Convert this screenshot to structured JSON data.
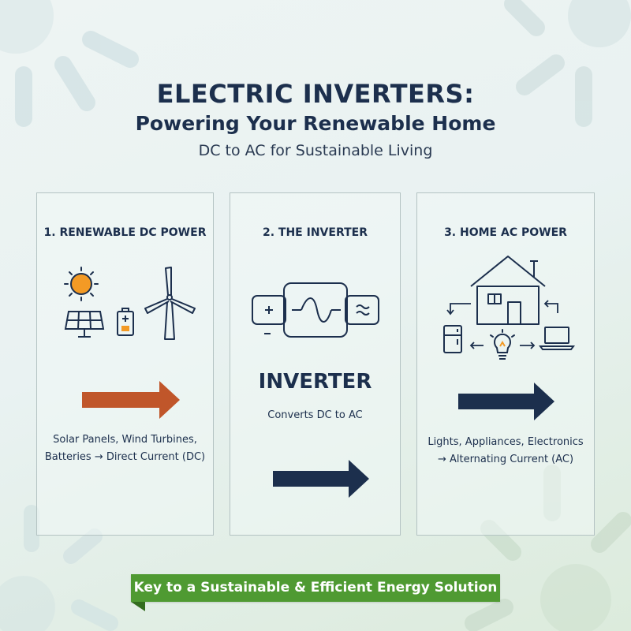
{
  "header": {
    "title": "ELECTRIC INVERTERS:",
    "subtitle": "Powering Your Renewable Home",
    "tagline": "DC to AC for Sustainable Living"
  },
  "panels": [
    {
      "title": "1. RENEWABLE DC POWER",
      "desc_line1": "Solar Panels, Wind Turbines,",
      "desc_line2": "Batteries → Direct Current (DC)",
      "arrow_color": "#c0562a"
    },
    {
      "title": "2. THE INVERTER",
      "label": "INVERTER",
      "desc": "Converts DC to AC",
      "arrow_color": "#1c2f4d"
    },
    {
      "title": "3. HOME AC POWER",
      "desc_line1": "Lights, Appliances, Electronics",
      "desc_line2": "→ Alternating Current (AC)",
      "arrow_color": "#1c2f4d"
    }
  ],
  "banner": {
    "text": "Key to a Sustainable & Efficient Energy Solution",
    "color": "#4f9a32"
  },
  "colors": {
    "navy": "#1c2f4d",
    "sun": "#f39a25",
    "orange_arrow": "#c0562a"
  }
}
